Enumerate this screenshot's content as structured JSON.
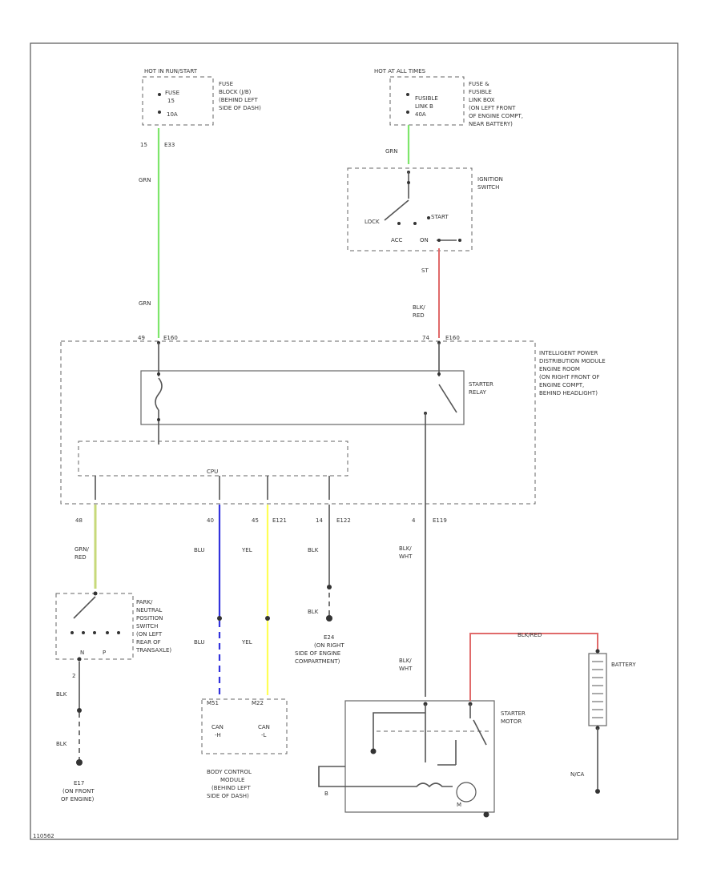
{
  "sources": {
    "left_hot": "HOT IN RUN/START",
    "left_fuse": [
      "FUSE",
      "15",
      "10A"
    ],
    "left_loc": [
      "FUSE",
      "BLOCK (J/B)",
      "(BEHIND LEFT",
      "SIDE OF DASH)"
    ],
    "left_pins": [
      "15",
      "E33"
    ],
    "right_hot": "HOT AT ALL TIMES",
    "right_fuse": [
      "FUSIBLE",
      "LINK B",
      "40A"
    ],
    "right_loc": [
      "FUSE &",
      "FUSIBLE",
      "LINK BOX",
      "(ON LEFT FRONT",
      "OF ENGINE COMPT,",
      "NEAR BATTERY)"
    ]
  },
  "ignition": {
    "title": [
      "IGNITION",
      "SWITCH"
    ],
    "lock": "LOCK",
    "start": "START",
    "acc": "ACC",
    "on": "ON",
    "out_pin": "ST"
  },
  "wires": {
    "grn_1": "GRN",
    "grn_2": "GRN",
    "grn_3": "GRN",
    "blk_red_1": [
      "BLK/",
      "RED"
    ],
    "grn_red": [
      "GRN/",
      "RED"
    ],
    "blu_1": "BLU",
    "blu_2": "BLU",
    "yel_1": "YEL",
    "yel_2": "YEL",
    "blk_1": "BLK",
    "blk_2": "BLK",
    "blk_3": "BLK",
    "blk_4": "BLK",
    "blk_wht_1": [
      "BLK/",
      "WHT"
    ],
    "blk_wht_2": [
      "BLK/",
      "WHT"
    ],
    "blk_red_top": "BLK/RED"
  },
  "ipdm": {
    "pins_top_left": [
      "49",
      "E160"
    ],
    "pins_top_right": [
      "74",
      "E160"
    ],
    "relay_label": [
      "STARTER",
      "RELAY"
    ],
    "cpu": "CPU",
    "loc": [
      "INTELLIGENT POWER",
      "DISTRIBUTION MODULE",
      "ENGINE ROOM",
      "(ON RIGHT FRONT OF",
      "ENGINE COMPT,",
      "BEHIND HEADLIGHT)"
    ],
    "pin_48": "48",
    "pin_40": "40",
    "pin_45": [
      "45",
      "E121"
    ],
    "pin_14": [
      "14",
      "E122"
    ],
    "pin_4": [
      "4",
      "E119"
    ]
  },
  "pnp": {
    "label": [
      "PARK/",
      "NEUTRAL",
      "POSITION",
      "SWITCH",
      "(ON LEFT",
      "REAR OF",
      "TRANSAXLE)"
    ],
    "pos": [
      "N",
      "P"
    ],
    "pin": "2"
  },
  "bcm": {
    "pins": [
      "M51",
      "M22"
    ],
    "can_h": [
      "CAN",
      "-H"
    ],
    "can_l": [
      "CAN",
      "-L"
    ],
    "label": [
      "BODY CONTROL",
      "MODULE",
      "(BEHIND LEFT",
      "SIDE OF DASH)"
    ]
  },
  "grounds": {
    "e24": [
      "E24",
      "(ON RIGHT",
      "SIDE OF ENGINE",
      "COMPARTMENT)"
    ],
    "e17": [
      "E17",
      "(ON FRONT",
      "OF ENGINE)"
    ]
  },
  "starter": {
    "label": [
      "STARTER",
      "MOTOR"
    ],
    "m": "M",
    "b": "B"
  },
  "battery": {
    "label": "BATTERY",
    "bottom": "N/CA"
  },
  "footer": "110562",
  "colors": {
    "grn": "#7ee66b",
    "red": "#e06a6a",
    "blu": "#3333dd",
    "yel": "#ffff55",
    "grn_red": "#c7d97a",
    "dark": "#555555"
  }
}
